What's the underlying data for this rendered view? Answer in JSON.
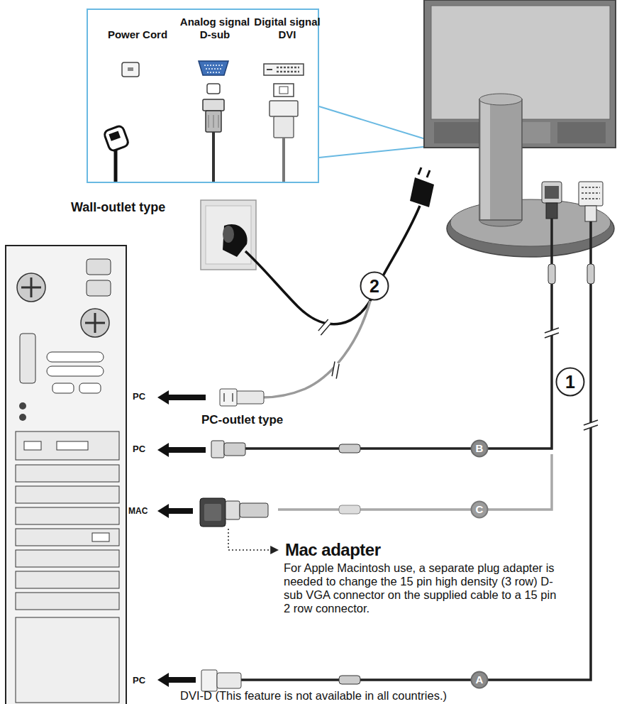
{
  "diagram": {
    "nodes": [
      {
        "text": [
          "Power Cord",
          "Analog signal D-sub",
          "Digital signal DVI"
        ]
      },
      {
        "text": [
          "2"
        ]
      },
      {
        "text": [
          "1"
        ]
      },
      {
        "text": [
          "B"
        ]
      },
      {
        "text": [
          "C"
        ]
      },
      {
        "text": [
          "A"
        ]
      }
    ],
    "labels": [
      "Wall-outlet type",
      "PC",
      "PC-outlet type",
      "PC",
      "MAC",
      "Mac adapter",
      "For Apple Macintosh use, a separate plug adapter is needed to change the 15 pin high density (3 row) D-sub VGA connector on the supplied cable to a 15 pin 2 row connector.",
      "PC",
      "DVI-D (This feature is not available in all countries.)"
    ]
  }
}
